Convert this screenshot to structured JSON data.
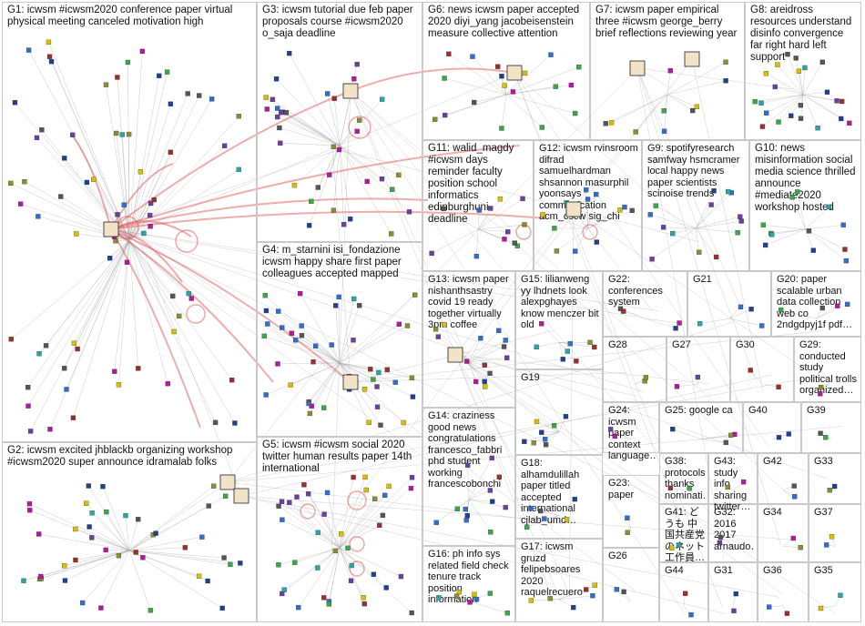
{
  "groups": [
    {
      "id": "G1",
      "label": "G1: icwsm #icwsm2020 conference paper virtual physical meeting canceled motivation high"
    },
    {
      "id": "G2",
      "label": "G2: icwsm excited jhblackb organizing workshop #icwsm2020 super announce idramalab folks"
    },
    {
      "id": "G3",
      "label": "G3: icwsm tutorial due feb paper proposals course #icwsm2020 o_saja deadline"
    },
    {
      "id": "G4",
      "label": "G4: m_starnini isi_fondazione icwsm happy share first paper colleagues accepted mapped"
    },
    {
      "id": "G5",
      "label": "G5: icwsm #icwsm social 2020 twitter human results paper 14th international"
    },
    {
      "id": "G6",
      "label": "G6: news icwsm paper accepted 2020 diyi_yang jacobeisenstein measure collective attention"
    },
    {
      "id": "G7",
      "label": "G7: icwsm paper empirical three #icwsm george_berry brief reflections reviewing year"
    },
    {
      "id": "G8",
      "label": "G8: areidross resources understand disinfo convergence far right hard left support"
    },
    {
      "id": "G9",
      "label": "G9: spotifyresearch samfway hsmcramer local happy news paper scientists scinoise trends"
    },
    {
      "id": "G10",
      "label": "G10: news misinformation social media science thrilled announce #mediate2020 workshop hosted"
    },
    {
      "id": "G11",
      "label": "G11: walid_magdy #icwsm days reminder faculty position school informatics edinburghuni deadline"
    },
    {
      "id": "G12",
      "label": "G12: icwsm rvinsroom difrad samuelhardman shsannon masurphil yoonsays communication acm_cscw sig_chi"
    },
    {
      "id": "G13",
      "label": "G13: icwsm paper nishanthsastry covid 19 ready together virtually 3pm coffee"
    },
    {
      "id": "G14",
      "label": "G14: craziness good news congratulations francesco_fabbri phd student working francescobonchi"
    },
    {
      "id": "G15",
      "label": "G15: lilianweng yy lhdnets look alexpghayes know menczer bit old"
    },
    {
      "id": "G16",
      "label": "G16: ph info sys related field check tenure track position information"
    },
    {
      "id": "G17",
      "label": "G17: icwsm gruzd felipebsoares 2020 raquelrecuero"
    },
    {
      "id": "G18",
      "label": "G18: alhamdulillah paper titled accepted international cjlab_umd…"
    },
    {
      "id": "G19",
      "label": "G19"
    },
    {
      "id": "G20",
      "label": "G20: paper scalable urban data collection web co 2ndgdpyj1f pdf…"
    },
    {
      "id": "G21",
      "label": "G21"
    },
    {
      "id": "G22",
      "label": "G22: conferences system"
    },
    {
      "id": "G23",
      "label": "G23: paper"
    },
    {
      "id": "G24",
      "label": "G24: icwsm paper context language…"
    },
    {
      "id": "G25",
      "label": "G25: google ca"
    },
    {
      "id": "G26",
      "label": "G26"
    },
    {
      "id": "G27",
      "label": "G27"
    },
    {
      "id": "G28",
      "label": "G28"
    },
    {
      "id": "G29",
      "label": "G29: conducted study political trolls organized…"
    },
    {
      "id": "G30",
      "label": "G30"
    },
    {
      "id": "G31",
      "label": "G31"
    },
    {
      "id": "G32",
      "label": "G32: 2016 2017 arnaudo…"
    },
    {
      "id": "G33",
      "label": "G33"
    },
    {
      "id": "G34",
      "label": "G34"
    },
    {
      "id": "G35",
      "label": "G35"
    },
    {
      "id": "G36",
      "label": "G36"
    },
    {
      "id": "G37",
      "label": "G37"
    },
    {
      "id": "G38",
      "label": "G38: protocols thanks nominati…"
    },
    {
      "id": "G39",
      "label": "G39"
    },
    {
      "id": "G40",
      "label": "G40"
    },
    {
      "id": "G41",
      "label": "G41: どうも 中国共産党のネット工作員…"
    },
    {
      "id": "G42",
      "label": "G42"
    },
    {
      "id": "G43",
      "label": "G43: study info sharing twitter…"
    },
    {
      "id": "G44",
      "label": "G44"
    }
  ],
  "colors": {
    "background": "#ffffff",
    "group_border": "#c9c9c9",
    "edge": "#a9a9a9",
    "edge_highlight": "#e05a5a",
    "node_palette": [
      "#1f3f8f",
      "#2f6ecf",
      "#39a845",
      "#8a8f2c",
      "#b5179e",
      "#d8c000",
      "#9a2f2f",
      "#6b3fa0",
      "#2aa6a6",
      "#555555"
    ]
  }
}
